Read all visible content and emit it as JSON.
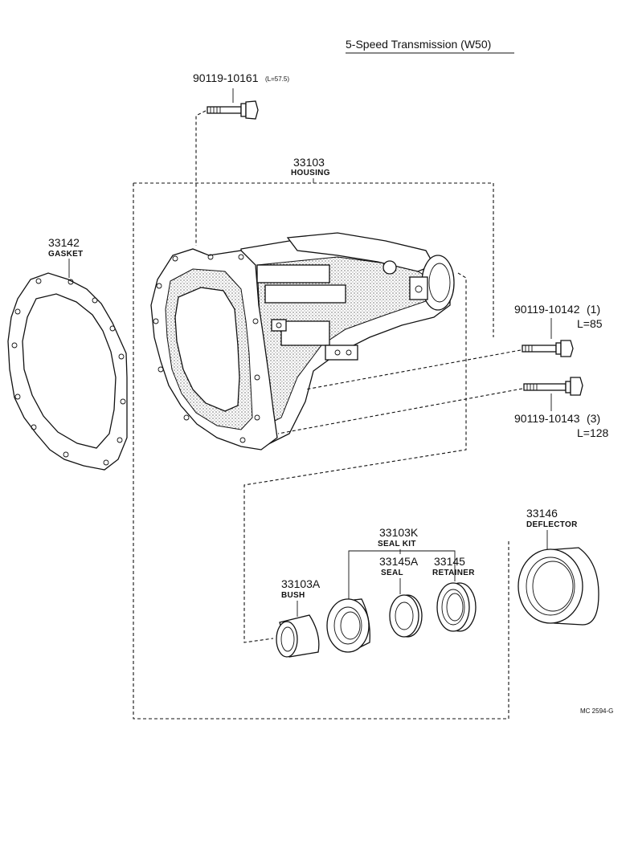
{
  "title": "5-Speed Transmission (W50)",
  "code": "MC 2594-G",
  "parts": {
    "bolt_top": {
      "number": "90119-10161",
      "note": "(L=57.5)"
    },
    "housing": {
      "number": "33103",
      "name": "HOUSING"
    },
    "gasket": {
      "number": "33142",
      "name": "GASKET"
    },
    "bolt_1": {
      "number": "90119-10142",
      "qty": "(1)",
      "length": "L=85"
    },
    "bolt_2": {
      "number": "90119-10143",
      "qty": "(3)",
      "length": "L=128"
    },
    "deflector": {
      "number": "33146",
      "name": "DEFLECTOR"
    },
    "seal_kit": {
      "number": "33103K",
      "name": "SEAL KIT"
    },
    "seal": {
      "number": "33145A",
      "name": "SEAL"
    },
    "retainer": {
      "number": "33145",
      "name": "RETAINER"
    },
    "bush": {
      "number": "33103A",
      "name": "BUSH"
    }
  }
}
